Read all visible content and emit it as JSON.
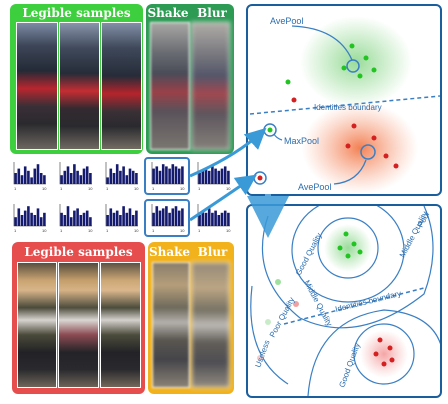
{
  "top_group": {
    "legible_label": "Legible samples",
    "shake_label": "Shake",
    "blur_label": "Blur",
    "colors": {
      "legible": "#3ecf3e",
      "degraded": "#2e9b55"
    }
  },
  "bottom_group": {
    "legible_label": "Legible samples",
    "shake_label": "Shake",
    "blur_label": "Blur",
    "colors": {
      "legible": "#e64e4e",
      "degraded": "#f2b21b"
    }
  },
  "top_panel": {
    "avepool_top": "AvePool",
    "identities_boundary": "Identities boundary",
    "maxpool": "MaxPool",
    "avepool_bottom": "AvePool"
  },
  "bottom_panel": {
    "good_quality": "Good Quality",
    "middle_quality": "Middle Quality",
    "poor_quality": "Poor Quality",
    "useless": "Useless",
    "identities_boundary": "Identities boundary",
    "middle_quality_right": "Middle Quality",
    "poor_right": "Poor",
    "good_quality_right": "Good Quality"
  },
  "histograms": {
    "tick_left": "1",
    "tick_right": "10"
  }
}
